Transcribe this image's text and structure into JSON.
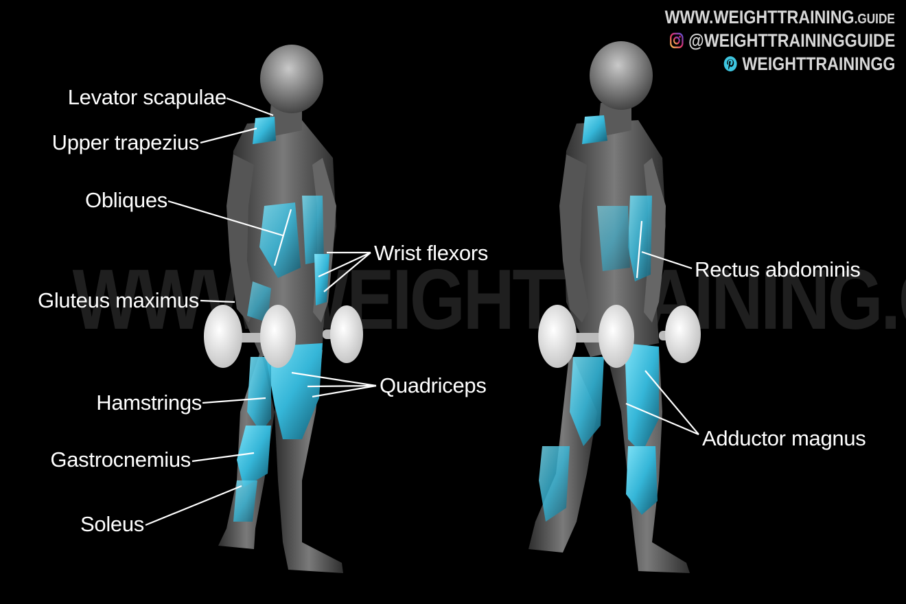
{
  "watermark": "WWW.WEIGHTTRAINING.GUIDE",
  "branding": {
    "website_main": "WWW.WEIGHTTRAINING",
    "website_suffix": ".GUIDE",
    "instagram": "@WEIGHTTRAININGGUIDE",
    "pinterest": "WEIGHTTRAININGG",
    "instagram_icon": "instagram-icon",
    "pinterest_icon": "pinterest-icon",
    "instagram_color": "#c13584",
    "pinterest_color": "#3ec6e0"
  },
  "labels": {
    "levator_scapulae": "Levator scapulae",
    "upper_trapezius": "Upper trapezius",
    "obliques": "Obliques",
    "wrist_flexors": "Wrist flexors",
    "gluteus_maximus": "Gluteus maximus",
    "quadriceps": "Quadriceps",
    "hamstrings": "Hamstrings",
    "gastrocnemius": "Gastrocnemius",
    "soleus": "Soleus",
    "rectus_abdominis": "Rectus abdominis",
    "adductor_magnus": "Adductor magnus"
  },
  "colors": {
    "background": "#000000",
    "muscle_highlight": "#3cc3e6",
    "body": "#6a6a6a",
    "label_text": "#ffffff"
  }
}
